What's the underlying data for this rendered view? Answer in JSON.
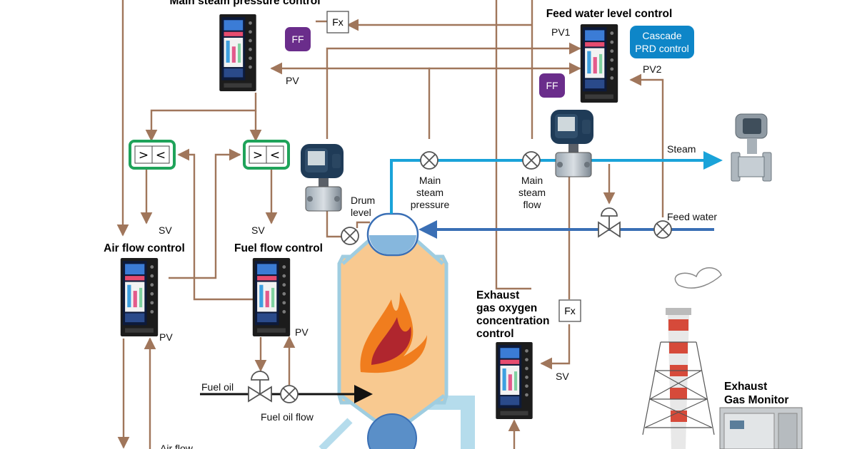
{
  "controllers": {
    "main_steam_pressure": "Main steam pressure control",
    "feed_water_level": "Feed water level control",
    "air_flow": "Air flow control",
    "fuel_flow": "Fuel flow control",
    "exhaust_o2_line1": "Exhaust",
    "exhaust_o2_line2": "gas oxygen",
    "exhaust_o2_line3": "concentration",
    "exhaust_o2_line4": "control"
  },
  "badges": {
    "ff": "FF",
    "fx": "Fx",
    "cascade_line1": "Cascade",
    "cascade_line2": "PRD control"
  },
  "comparator": {
    "greater": ">",
    "less": "<"
  },
  "signals": {
    "pv": "PV",
    "pv1": "PV1",
    "pv2": "PV2",
    "sv": "SV"
  },
  "process": {
    "drum_level_1": "Drum",
    "drum_level_2": "level",
    "main_steam_pressure_1": "Main",
    "main_steam_pressure_2": "steam",
    "main_steam_pressure_3": "pressure",
    "main_steam_flow_1": "Main",
    "main_steam_flow_2": "steam",
    "main_steam_flow_3": "flow",
    "steam": "Steam",
    "feed_water": "Feed water",
    "fuel_oil": "Fuel oil",
    "fuel_oil_flow": "Fuel oil flow",
    "air_flow": "Air flow",
    "exhaust_monitor_1": "Exhaust",
    "exhaust_monitor_2": "Gas  Monitor"
  },
  "colors": {
    "signal": "#a0765b",
    "steam": "#1aa3d9",
    "feed_water": "#3a6fb5",
    "green": "#1fa35a",
    "ff_badge": "#6a2d8b",
    "cascade_badge": "#0e86c8",
    "boiler_fill": "#f8c990"
  }
}
